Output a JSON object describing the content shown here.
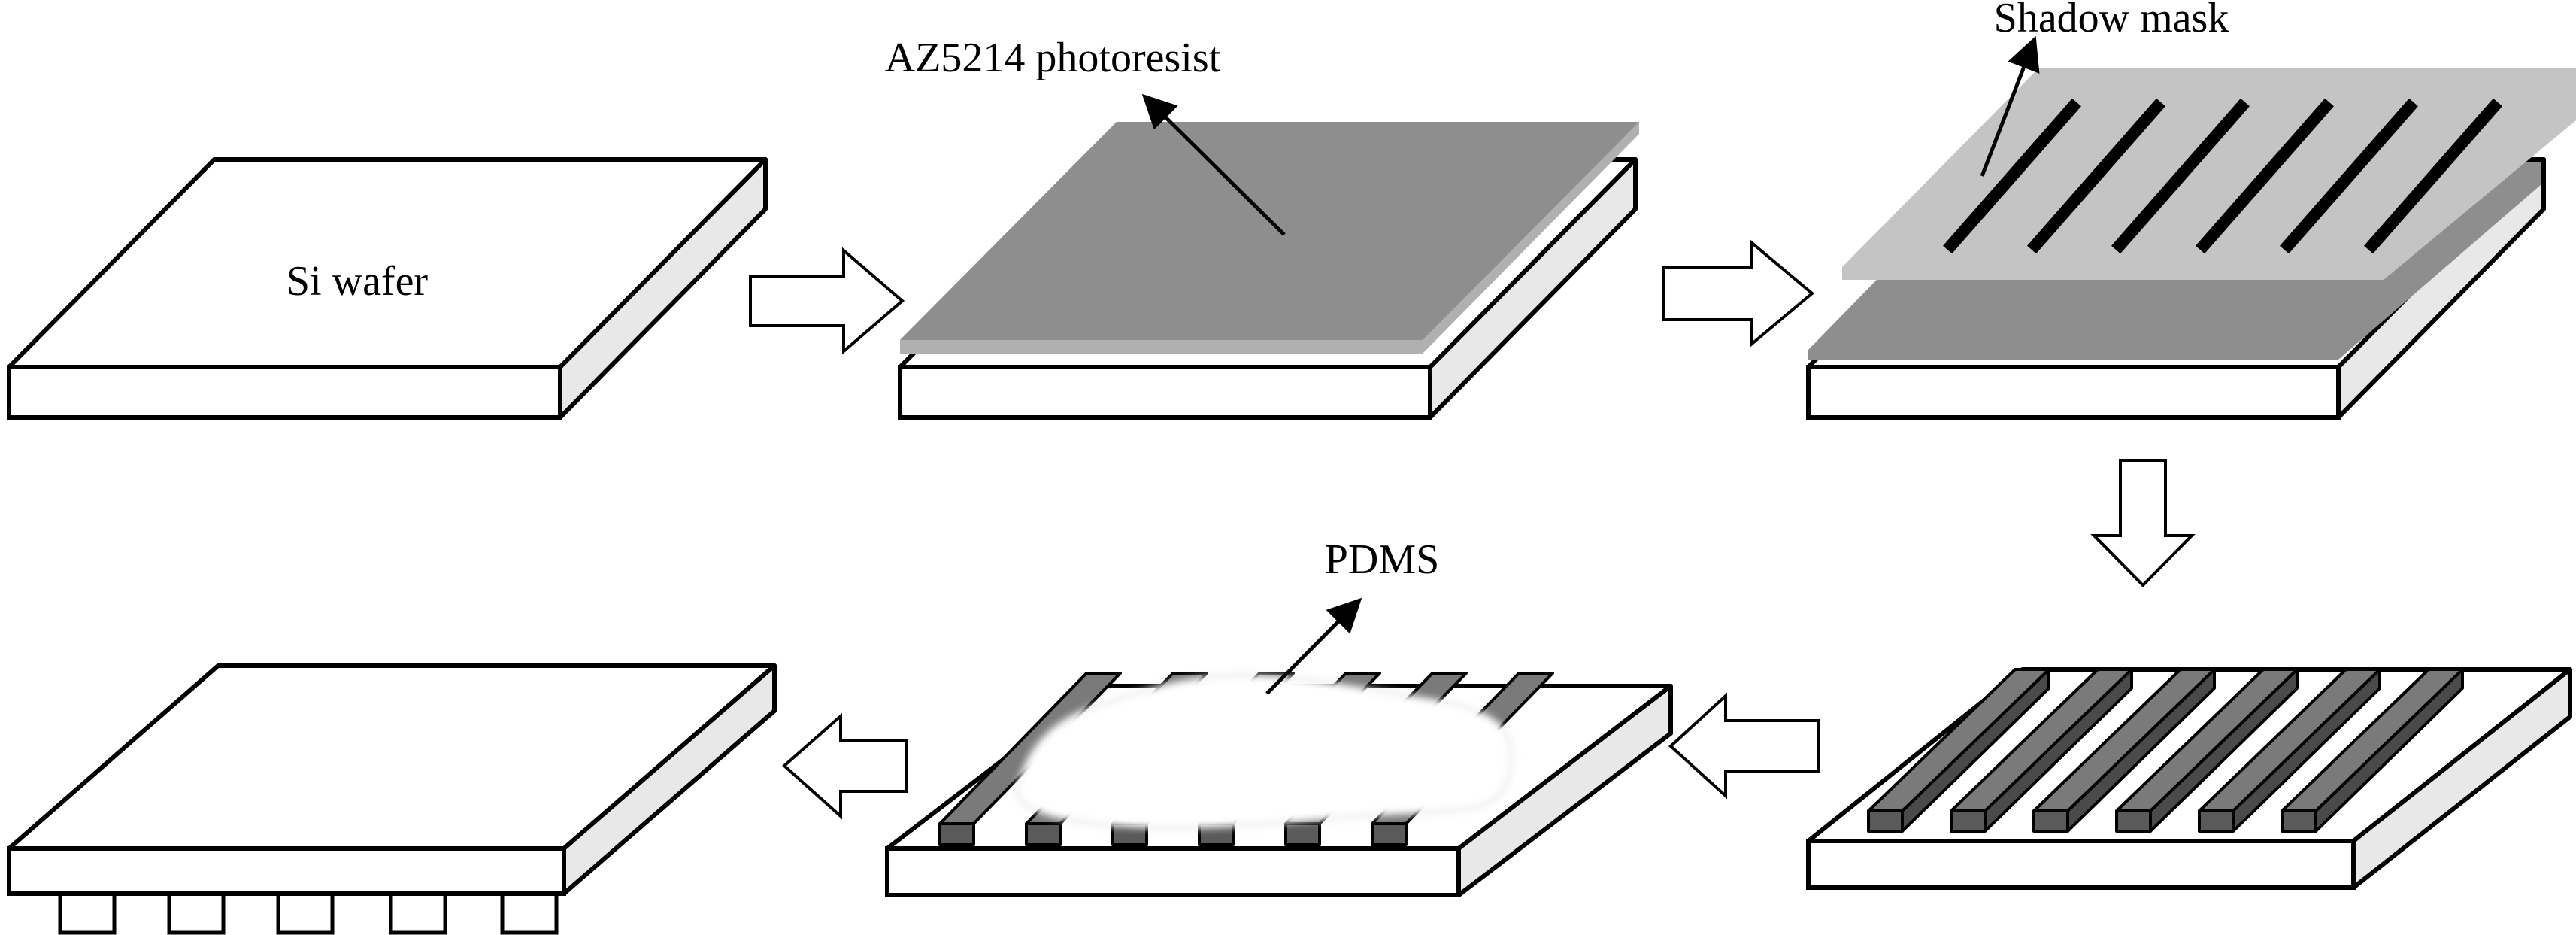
{
  "labels": {
    "si_wafer": "Si wafer",
    "photoresist": "AZ5214 photoresist",
    "shadow_mask": "Shadow mask",
    "pdms": "PDMS"
  },
  "colors": {
    "outline": "#000000",
    "surface": "#ffffff",
    "side_shade": "#e8e8e8",
    "photoresist": "#8e8e8e",
    "photoresist_edge": "#b0b0b0",
    "mask": "#c4c4c4",
    "mask_slot": "#000000",
    "resist_strip_top": "#7a7a7a",
    "resist_strip_side": "#4a4a4a",
    "pdms": "#ffffff"
  }
}
